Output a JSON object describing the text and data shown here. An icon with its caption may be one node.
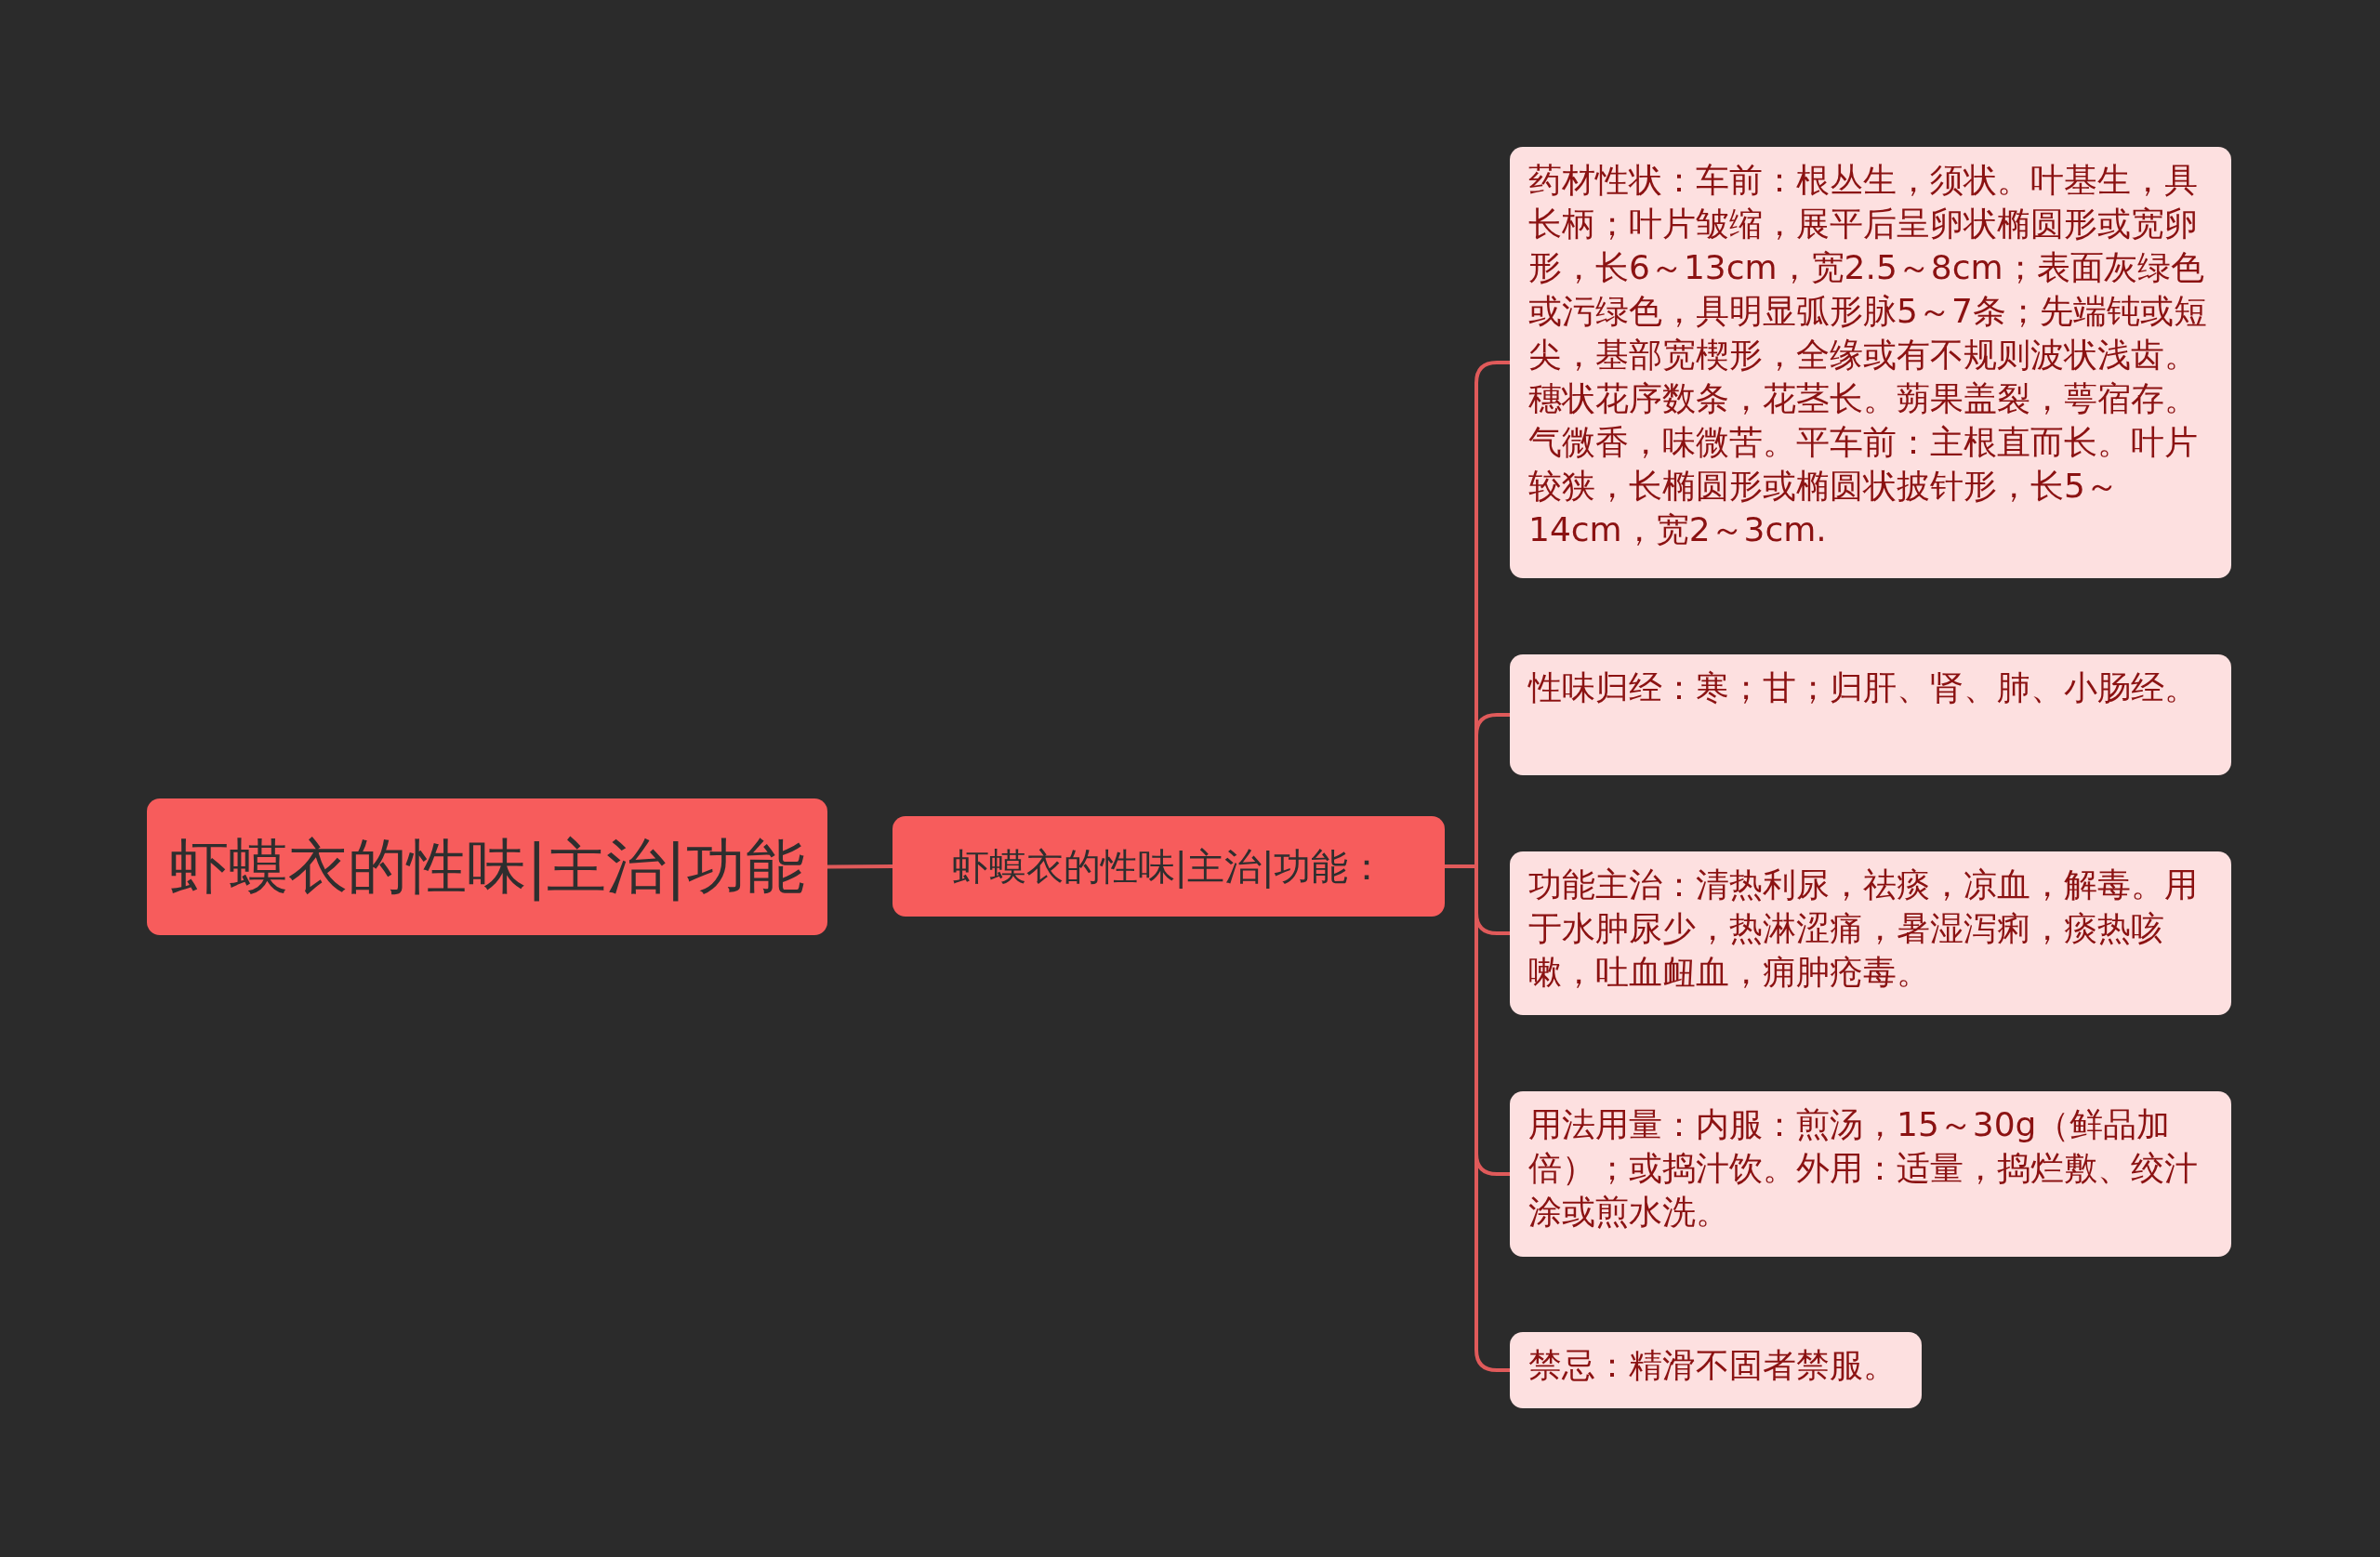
{
  "diagram": {
    "nodes": [
      {
        "text": [
          "虾蟆衣的性味|主治|功能"
        ]
      },
      {
        "text": [
          "虾蟆衣的性味|主治|功能："
        ]
      },
      {
        "text": [
          "药材性状：车前：根丛生，须状。叶基生，具长柄；叶片皱缩，展平后呈卵状椭圆形或宽卵形，长6～13cm，宽2.5～8cm；表面灰绿色或污绿色，具明显弧形脉5～7条；先端钝或短尖，基部宽楔形，全缘或有不规则波状浅齿。穗状花序数条，花茎长。蒴果盖裂，萼宿存。气微香，味微苦。平车前：主根直而长。叶片较狭，长椭圆形或椭圆状披针形，长5～14cm，宽2～3cm."
        ]
      },
      {
        "text": [
          "性味归经：寒；甘；归肝、肾、肺、小肠经。"
        ]
      },
      {
        "text": [
          "功能主治：清热利尿，祛痰，凉血，解毒。用于水肿尿少，热淋涩痛，暑湿泻痢，痰热咳嗽，吐血衄血，痈肿疮毒。"
        ]
      },
      {
        "text": [
          "用法用量：内服：煎汤，15～30g（鲜品加倍）；或捣汁饮。外用：适量，捣烂敷、绞汁涂或煎水洗。"
        ]
      },
      {
        "text": [
          "禁忌：精滑不固者禁服。"
        ]
      }
    ],
    "edges": [
      {
        "from": 0,
        "to": 1,
        "arrow": "none"
      },
      {
        "from": 1,
        "to": 2,
        "arrow": "none"
      },
      {
        "from": 1,
        "to": 3,
        "arrow": "none"
      },
      {
        "from": 1,
        "to": 4,
        "arrow": "none"
      },
      {
        "from": 1,
        "to": 5,
        "arrow": "none"
      },
      {
        "from": 1,
        "to": 6,
        "arrow": "none"
      }
    ]
  }
}
